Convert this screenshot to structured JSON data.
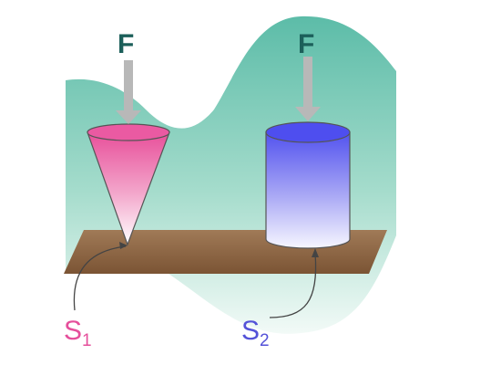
{
  "force_label": "F",
  "labels": {
    "s1": {
      "main": "S",
      "sub": "1"
    },
    "s2": {
      "main": "S",
      "sub": "2"
    }
  },
  "colors": {
    "background_wave": "#a6d8c6",
    "surface": "#8b6343",
    "cone": "#e84f9a",
    "cylinder": "#5a5af0",
    "arrow": "#b8b8b8",
    "force_text": "#1c5f5a",
    "s1_text": "#e54f9b",
    "s2_text": "#5452d8",
    "pointer": "#444444"
  }
}
